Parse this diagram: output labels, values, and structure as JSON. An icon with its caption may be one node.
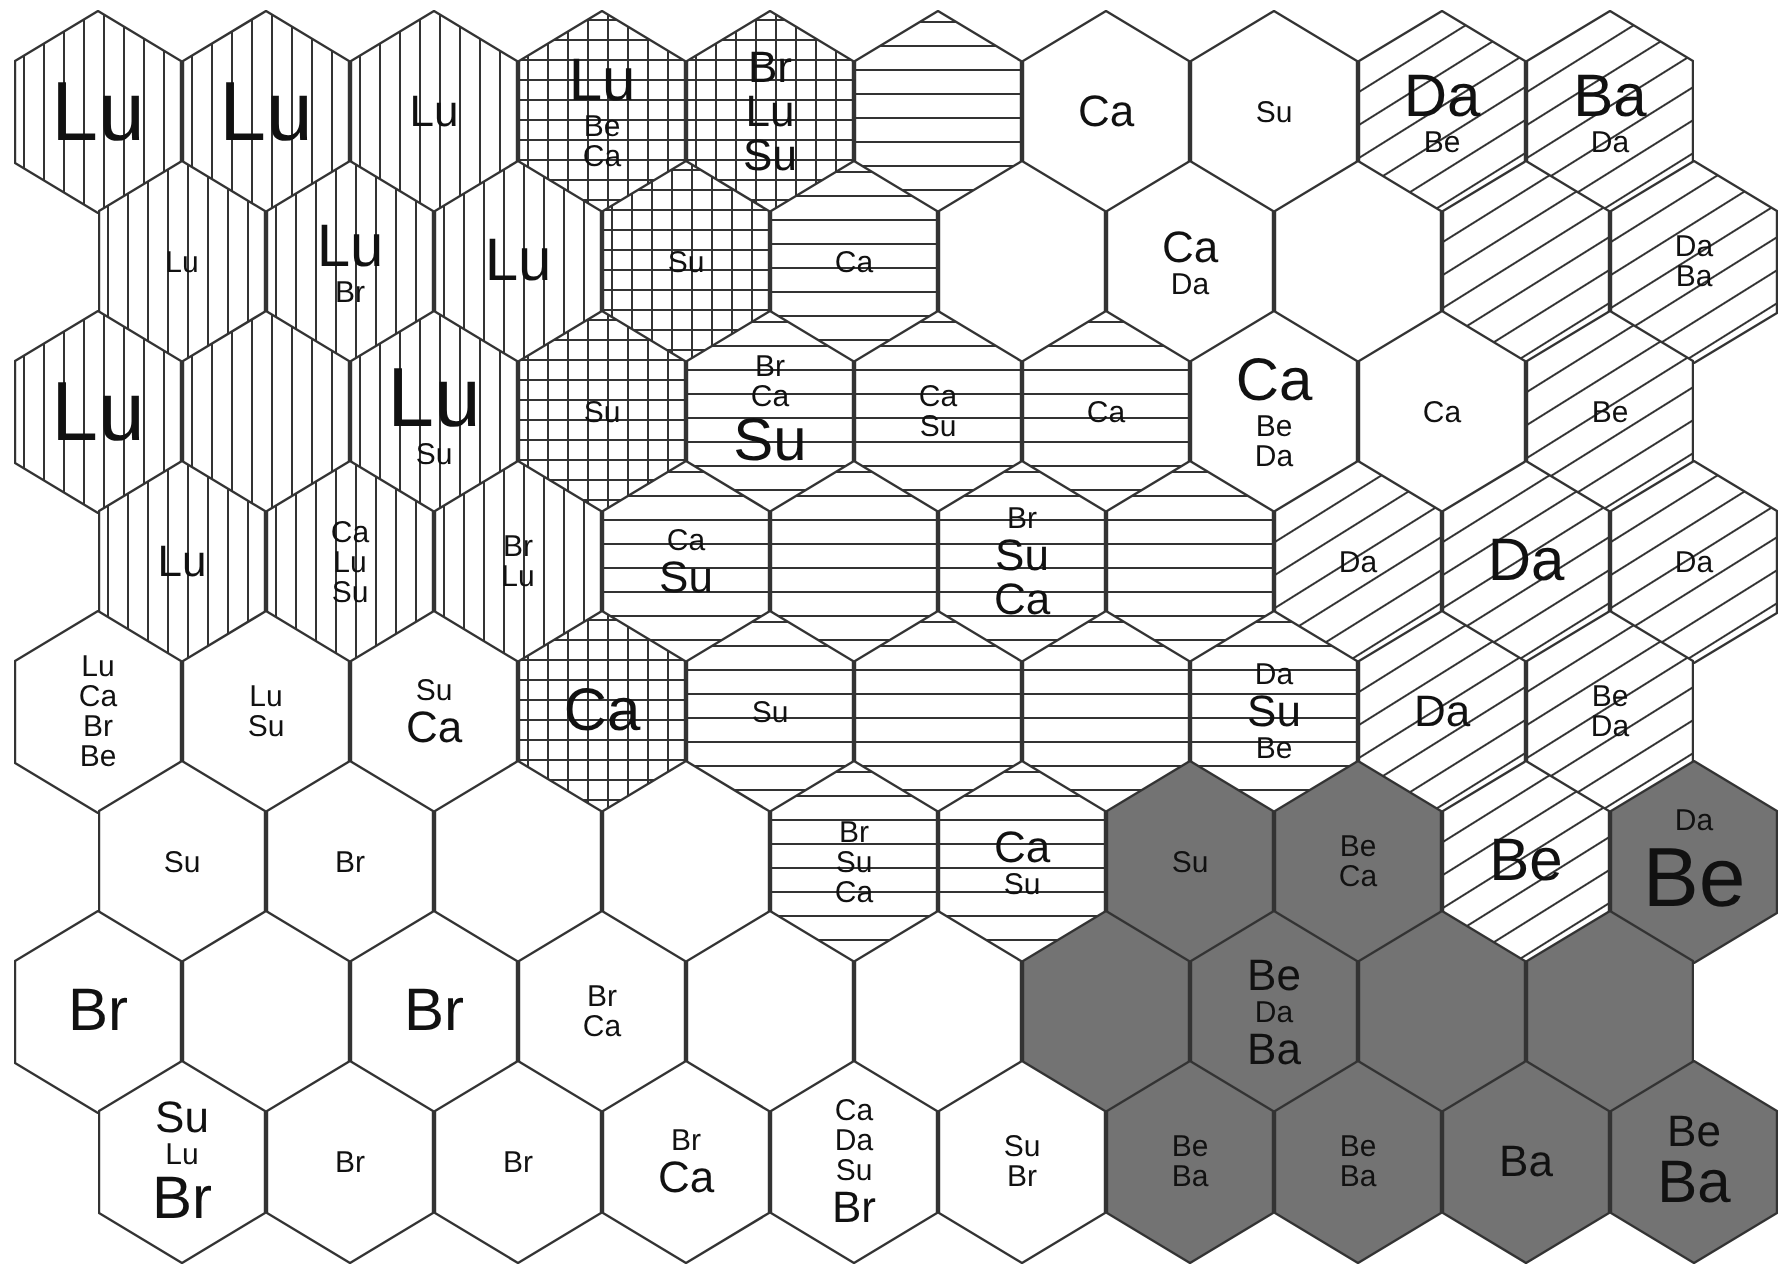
{
  "diagram": {
    "nodes": [
      {
        "text": [
          "Lu"
        ]
      },
      {
        "text": [
          "Lu"
        ]
      },
      {
        "text": [
          "Lu"
        ]
      },
      {
        "text": [
          "Lu",
          "Be",
          "Ca"
        ]
      },
      {
        "text": [
          "Br",
          "Lu",
          "Su"
        ]
      },
      {
        "text": [],
        "shape": "hexagon"
      },
      {
        "text": [
          "Ca"
        ]
      },
      {
        "text": [
          "Su"
        ]
      },
      {
        "text": [
          "Da",
          "Be"
        ]
      },
      {
        "text": [
          "Ba",
          "Da"
        ]
      },
      {
        "text": [
          "Lu"
        ]
      },
      {
        "text": [
          "Lu",
          "Br"
        ]
      },
      {
        "text": [
          "Lu"
        ]
      },
      {
        "text": [
          "Su"
        ]
      },
      {
        "text": [
          "Ca"
        ]
      },
      {
        "text": [],
        "shape": "hexagon"
      },
      {
        "text": [
          "Ca",
          "Da"
        ]
      },
      {
        "text": [],
        "shape": "hexagon"
      },
      {
        "text": [],
        "shape": "hexagon"
      },
      {
        "text": [
          "Da",
          "Ba"
        ]
      },
      {
        "text": [
          "Lu"
        ]
      },
      {
        "text": [],
        "shape": "hexagon"
      },
      {
        "text": [
          "Lu",
          "Su"
        ]
      },
      {
        "text": [
          "Su"
        ]
      },
      {
        "text": [
          "Br",
          "Ca",
          "Su"
        ]
      },
      {
        "text": [
          "Ca",
          "Su"
        ]
      },
      {
        "text": [
          "Ca"
        ]
      },
      {
        "text": [
          "Ca",
          "Be",
          "Da"
        ]
      },
      {
        "text": [
          "Ca"
        ]
      },
      {
        "text": [
          "Be"
        ]
      },
      {
        "text": [
          "Lu"
        ]
      },
      {
        "text": [
          "Ca",
          "Lu",
          "Su"
        ]
      },
      {
        "text": [
          "Br",
          "Lu"
        ]
      },
      {
        "text": [
          "Ca",
          "Su"
        ]
      },
      {
        "text": [],
        "shape": "hexagon"
      },
      {
        "text": [
          "Br",
          "Su",
          "Ca"
        ]
      },
      {
        "text": [],
        "shape": "hexagon"
      },
      {
        "text": [
          "Da"
        ]
      },
      {
        "text": [
          "Da"
        ]
      },
      {
        "text": [
          "Da"
        ]
      },
      {
        "text": [
          "Lu",
          "Ca",
          "Br",
          "Be"
        ]
      },
      {
        "text": [
          "Lu",
          "Su"
        ]
      },
      {
        "text": [
          "Su",
          "Ca"
        ]
      },
      {
        "text": [
          "Ca"
        ]
      },
      {
        "text": [
          "Su"
        ]
      },
      {
        "text": [],
        "shape": "hexagon"
      },
      {
        "text": [],
        "shape": "hexagon"
      },
      {
        "text": [
          "Da",
          "Su",
          "Be"
        ]
      },
      {
        "text": [
          "Da"
        ]
      },
      {
        "text": [
          "Be",
          "Da"
        ]
      },
      {
        "text": [
          "Su"
        ]
      },
      {
        "text": [
          "Br"
        ]
      },
      {
        "text": [],
        "shape": "hexagon"
      },
      {
        "text": [],
        "shape": "hexagon"
      },
      {
        "text": [
          "Br",
          "Su",
          "Ca"
        ]
      },
      {
        "text": [
          "Ca",
          "Su"
        ]
      },
      {
        "text": [
          "Su"
        ]
      },
      {
        "text": [
          "Be",
          "Ca"
        ]
      },
      {
        "text": [
          "Be"
        ]
      },
      {
        "text": [
          "Da",
          "Be"
        ]
      },
      {
        "text": [
          "Br"
        ]
      },
      {
        "text": [],
        "shape": "hexagon"
      },
      {
        "text": [
          "Br"
        ]
      },
      {
        "text": [
          "Br",
          "Ca"
        ]
      },
      {
        "text": [],
        "shape": "hexagon"
      },
      {
        "text": [],
        "shape": "hexagon"
      },
      {
        "text": [],
        "shape": "hexagon"
      },
      {
        "text": [
          "Be",
          "Da",
          "Ba"
        ]
      },
      {
        "text": [],
        "shape": "hexagon"
      },
      {
        "text": [],
        "shape": "hexagon"
      },
      {
        "text": [
          "Su",
          "Lu",
          "Br"
        ]
      },
      {
        "text": [
          "Br"
        ]
      },
      {
        "text": [
          "Br"
        ]
      },
      {
        "text": [
          "Br",
          "Ca"
        ]
      },
      {
        "text": [
          "Ca",
          "Da",
          "Su",
          "Br"
        ]
      },
      {
        "text": [
          "Su",
          "Br"
        ]
      },
      {
        "text": [
          "Be",
          "Ba"
        ]
      },
      {
        "text": [
          "Be",
          "Ba"
        ]
      },
      {
        "text": [
          "Ba"
        ]
      },
      {
        "text": [
          "Be",
          "Ba"
        ]
      }
    ]
  }
}
